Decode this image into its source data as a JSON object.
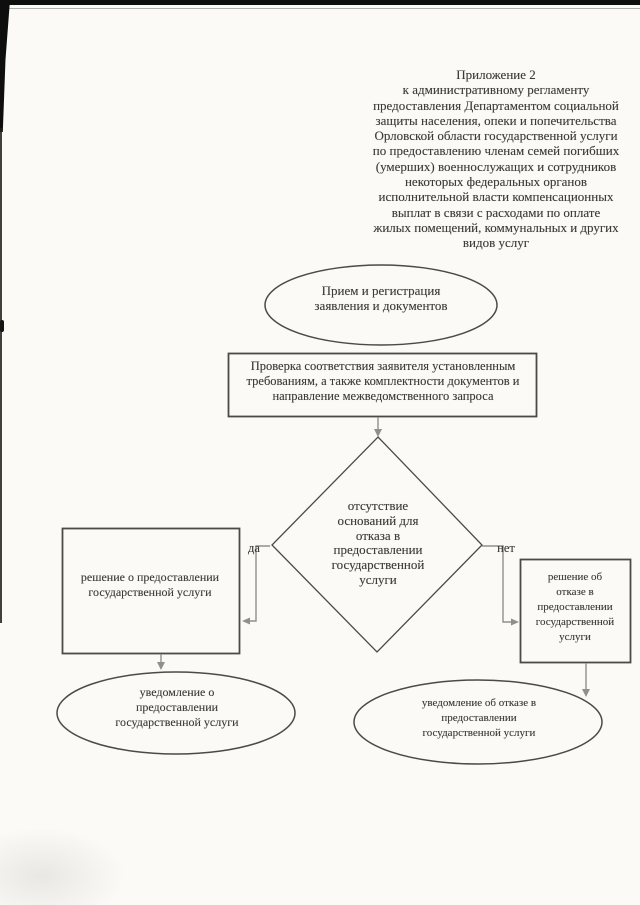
{
  "document": {
    "header": "Приложение 2\nк административному регламенту\nпредоставления Департаментом социальной\nзащиты населения, опеки и попечительства\nОрловской области государственной услуги\nпо предоставлению членам семей погибших\n(умерших) военнослужащих и сотрудников\nнекоторых федеральных органов\nисполнительной власти компенсационных\nвыплат в связи с расходами по оплате\nжилых помещений, коммунальных и других\nвидов услуг"
  },
  "flowchart": {
    "start_ellipse": "Прием и регистрация\nзаявления и документов",
    "check_rect": "Проверка соответствия заявителя установленным\nтребованиям, а также комплектности документов и\nнаправление межведомственного запроса",
    "decision_diamond": "отсутствие\nоснований для\nотказа в\nпредоставлении\nгосударственной\nуслуги",
    "yes_label": "да",
    "no_label": "нет",
    "approve_rect": "решение о предоставлении\nгосударственной услуги",
    "deny_rect": "решение об\nотказе в\nпредоставлении\nгосударственной\nуслуги",
    "approve_ellipse": "уведомление о\nпредоставлении\nгосударственной услуги",
    "deny_ellipse": "уведомление об отказе в\nпредоставлении\nгосударственной услуги"
  },
  "colors": {
    "paper": "#fbfaf6",
    "ink": "#3b3b3b",
    "shape_outline": "#4a4a4a",
    "connector": "#8f8f8f",
    "scan_edge": "#0e0e0e"
  }
}
